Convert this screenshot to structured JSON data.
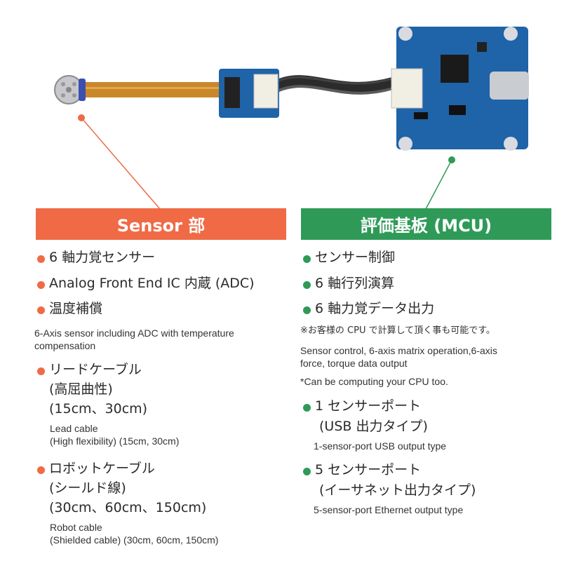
{
  "colors": {
    "sensor_accent": "#ef6a45",
    "mcu_accent": "#2f9a58",
    "board_blue": "#1f63a8",
    "flex_orange": "#c9872c"
  },
  "sensor": {
    "title": "Sensor 部",
    "items": [
      "6 軸力覚センサー",
      "Analog Front End IC 内蔵 (ADC)",
      "温度補償"
    ],
    "desc": [
      "6-Axis sensor including ADC with temperature",
      "compensation"
    ],
    "lead": {
      "lines": [
        "リードケーブル",
        "(高屈曲性)",
        "(15cm、30cm)"
      ],
      "en": [
        "Lead cable",
        "(High flexibility) (15cm, 30cm)"
      ]
    },
    "robot": {
      "lines": [
        "ロボットケーブル",
        "(シールド線)",
        "(30cm、60cm、150cm)"
      ],
      "en": [
        "Robot cable",
        "(Shielded cable) (30cm, 60cm, 150cm)"
      ]
    }
  },
  "mcu": {
    "title": "評価基板 (MCU)",
    "items": [
      "センサー制御",
      "6 軸行列演算",
      "6 軸力覚データ出力"
    ],
    "note": "※お客様の CPU で計算して頂く事も可能です。",
    "desc": [
      "Sensor control, 6-axis matrix operation,6-axis",
      "force, torque data output"
    ],
    "can": "*Can be computing your CPU too.",
    "usb": {
      "lines": [
        "1 センサーポート",
        "(USB 出力タイプ)"
      ],
      "en": "1-sensor-port USB output type"
    },
    "eth": {
      "lines": [
        "5 センサーポート",
        "(イーサネット出力タイプ)"
      ],
      "en": "5-sensor-port Ethernet output type"
    }
  }
}
